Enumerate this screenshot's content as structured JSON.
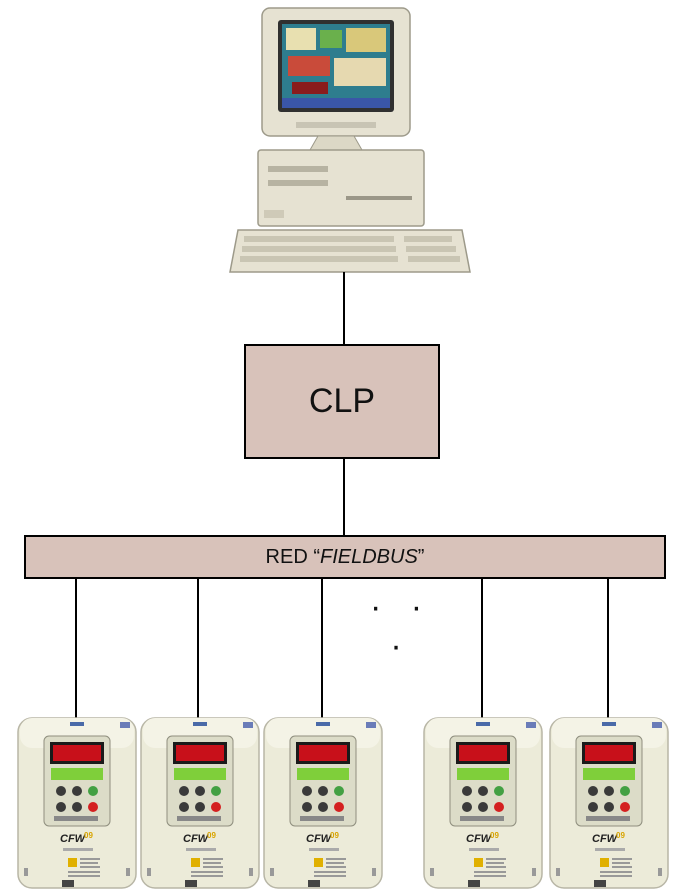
{
  "plc": {
    "label": "CLP"
  },
  "bus": {
    "prefix": "RED “",
    "name": "FIELDBUS",
    "suffix": "”"
  },
  "ellipsis": "· · ·",
  "drive": {
    "brand": "CFW",
    "model": "09"
  },
  "colors": {
    "box_fill": "#d8c2ba",
    "line": "#000000",
    "computer_beige": "#e6e2d2",
    "drive_body": "#ecebd9",
    "drive_display": "#c8101a",
    "drive_lcd": "#7fcf3a"
  },
  "icons": [
    "computer-icon",
    "inverter-icon"
  ]
}
